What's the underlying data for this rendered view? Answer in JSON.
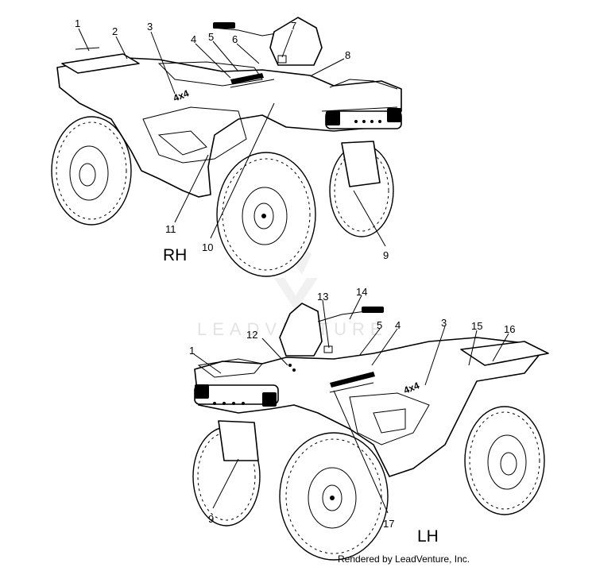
{
  "views": [
    {
      "id": "rh",
      "label": "RH",
      "callouts": [
        "1",
        "2",
        "3",
        "4",
        "5",
        "6",
        "7",
        "8",
        "9",
        "10",
        "11"
      ]
    },
    {
      "id": "lh",
      "label": "LH",
      "callouts": [
        "1",
        "12",
        "13",
        "14",
        "5",
        "4",
        "3",
        "15",
        "16",
        "9",
        "17"
      ]
    }
  ],
  "watermark": "LEADVENTURE",
  "credit": "Rendered by LeadVenture, Inc."
}
